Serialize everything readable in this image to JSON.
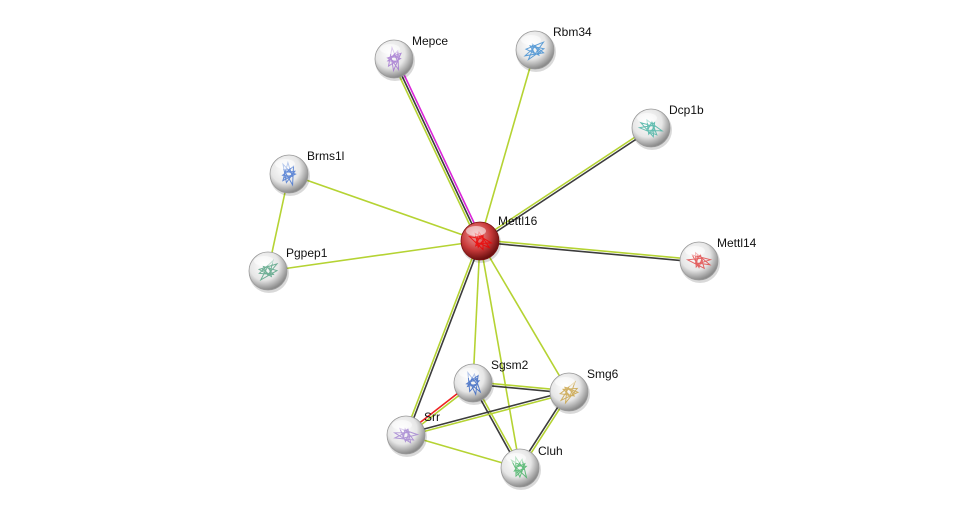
{
  "network": {
    "colors": {
      "green": "#b5d333",
      "black": "#3c3c3c",
      "magenta": "#d926d9",
      "red": "#ee2222",
      "query_node": "#c81818",
      "node": "#e8e8e8"
    },
    "nodes": [
      {
        "id": "Mettl16",
        "label": "Mettl16",
        "query": true
      },
      {
        "id": "Mepce",
        "label": "Mepce"
      },
      {
        "id": "Rbm34",
        "label": "Rbm34"
      },
      {
        "id": "Dcp1b",
        "label": "Dcp1b"
      },
      {
        "id": "Brms1l",
        "label": "Brms1l"
      },
      {
        "id": "Pgpep1",
        "label": "Pgpep1"
      },
      {
        "id": "Mettl14",
        "label": "Mettl14"
      },
      {
        "id": "Sgsm2",
        "label": "Sgsm2"
      },
      {
        "id": "Smg6",
        "label": "Smg6"
      },
      {
        "id": "Srr",
        "label": "Srr"
      },
      {
        "id": "Cluh",
        "label": "Cluh"
      }
    ],
    "edges": [
      {
        "a": "Mettl16",
        "b": "Mepce",
        "types": [
          "green",
          "black",
          "magenta"
        ]
      },
      {
        "a": "Mettl16",
        "b": "Rbm34",
        "types": [
          "green"
        ]
      },
      {
        "a": "Mettl16",
        "b": "Dcp1b",
        "types": [
          "green",
          "black"
        ]
      },
      {
        "a": "Mettl16",
        "b": "Brms1l",
        "types": [
          "green"
        ]
      },
      {
        "a": "Mettl16",
        "b": "Pgpep1",
        "types": [
          "green"
        ]
      },
      {
        "a": "Mettl16",
        "b": "Mettl14",
        "types": [
          "green",
          "black"
        ]
      },
      {
        "a": "Mettl16",
        "b": "Srr",
        "types": [
          "black",
          "green"
        ]
      },
      {
        "a": "Mettl16",
        "b": "Sgsm2",
        "types": [
          "green"
        ]
      },
      {
        "a": "Mettl16",
        "b": "Cluh",
        "types": [
          "green"
        ]
      },
      {
        "a": "Mettl16",
        "b": "Smg6",
        "types": [
          "green"
        ]
      },
      {
        "a": "Brms1l",
        "b": "Pgpep1",
        "types": [
          "green"
        ]
      },
      {
        "a": "Sgsm2",
        "b": "Smg6",
        "types": [
          "green",
          "black"
        ]
      },
      {
        "a": "Sgsm2",
        "b": "Srr",
        "types": [
          "green",
          "red"
        ]
      },
      {
        "a": "Sgsm2",
        "b": "Cluh",
        "types": [
          "green",
          "black"
        ]
      },
      {
        "a": "Smg6",
        "b": "Srr",
        "types": [
          "green",
          "black"
        ]
      },
      {
        "a": "Smg6",
        "b": "Cluh",
        "types": [
          "green",
          "black"
        ]
      },
      {
        "a": "Srr",
        "b": "Cluh",
        "types": [
          "green"
        ]
      }
    ]
  }
}
